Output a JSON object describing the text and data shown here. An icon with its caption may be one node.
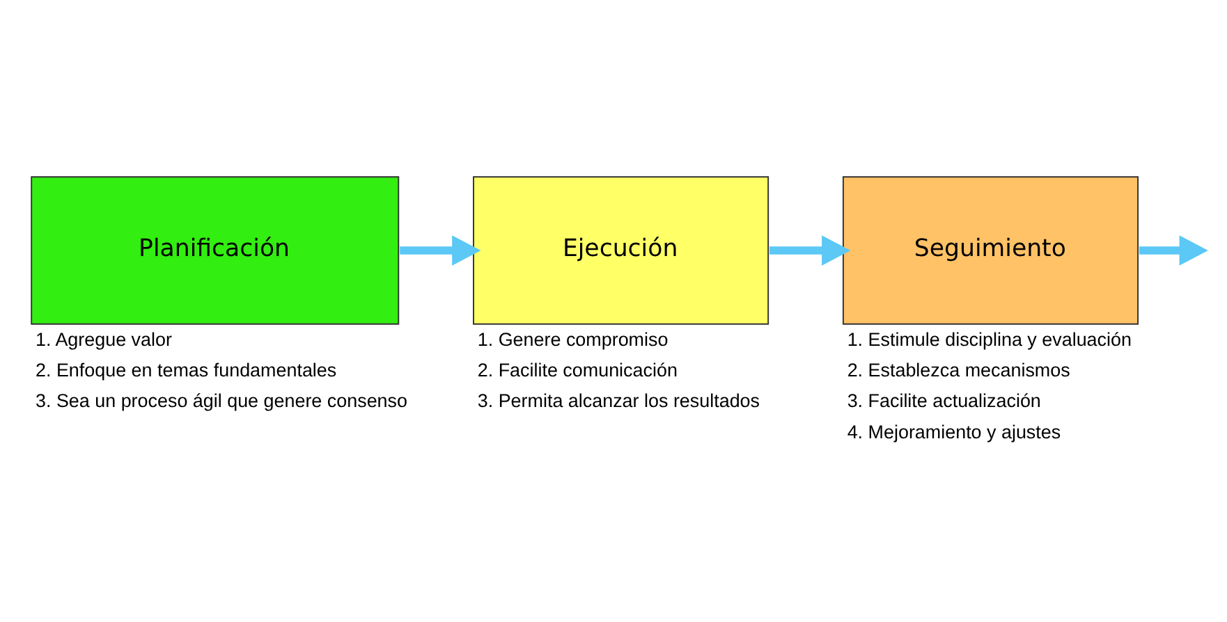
{
  "diagram": {
    "nodes": [
      {
        "text": [
          "Planificación"
        ],
        "beside": [
          "1. Agregue valor",
          "2. Enfoque en temas fundamentales",
          "3. Sea un proceso ágil que genere consenso"
        ]
      },
      {
        "text": [
          "Ejecución"
        ],
        "beside": [
          "1. Genere compromiso",
          "2. Facilite comunicación",
          "3. Permita alcanzar los resultados"
        ]
      },
      {
        "text": [
          "Seguimiento"
        ],
        "beside": [
          "1. Estimule disciplina y evaluación",
          "2. Establezca mecanismos",
          "3. Facilite actualización",
          "4. Mejoramiento y ajustes"
        ]
      }
    ],
    "edges": [
      {
        "from": 0,
        "to": 1,
        "arrow": "to"
      },
      {
        "from": 1,
        "to": 2,
        "arrow": "to"
      },
      {
        "from": 2,
        "to": null,
        "arrow": "to"
      }
    ]
  }
}
